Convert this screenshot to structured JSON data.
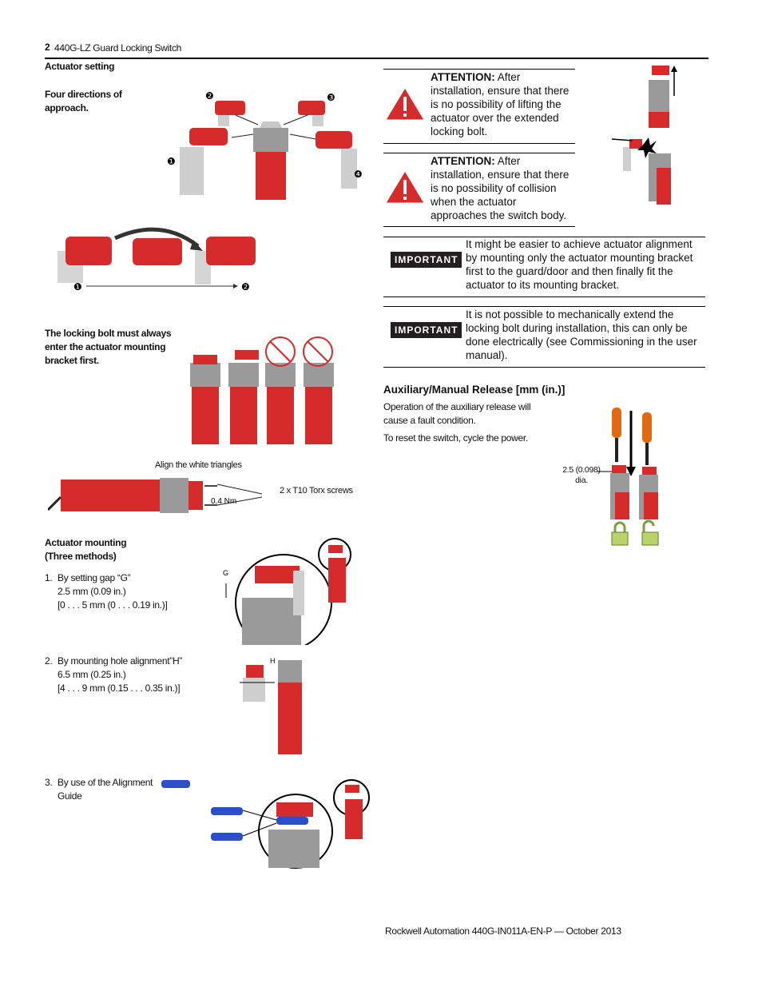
{
  "header": {
    "page_number": "2",
    "doc_title": "440G-LZ Guard Locking Switch"
  },
  "left": {
    "section_title": "Actuator  setting",
    "four_directions": "Four directions of approach.",
    "dir_labels": [
      "❶",
      "❷",
      "❸",
      "❹"
    ],
    "arc_labels": [
      "❶",
      "❷"
    ],
    "bolt_note": "The locking bolt must always enter the actuator mounting bracket first.",
    "align_note": "Align the white triangles",
    "torque": "0.4 Nm",
    "screws": "2 x T10 Torx screws",
    "mounting_title": "Actuator  mounting (Three methods)",
    "method1": {
      "num": "1.",
      "line1": "By setting gap “G”",
      "line2": "2.5 mm (0.09 in.)",
      "line3": "[0 . . . 5 mm (0 . . . 0.19 in.)]",
      "gap_label": "G"
    },
    "method2": {
      "num": "2.",
      "line1": "By mounting hole alignment”H”",
      "line2": "6.5 mm (0.25 in.)",
      "line3": "[4 . . . 9 mm (0.15 . . . 0.35 in.)]",
      "gap_label": "H"
    },
    "method3": {
      "num": "3.",
      "line1": "By use of the Alignment",
      "line2": "Guide"
    }
  },
  "right": {
    "attention1": {
      "lead": "ATTENTION:",
      "text": "After installation, ensure that there is no possibility of lifting the actuator over the extended locking bolt."
    },
    "attention2": {
      "lead": "ATTENTION:",
      "text": "After installation, ensure that there is no possibility of collision when the actuator approaches the switch body."
    },
    "important1": {
      "badge": "IMPORTANT",
      "text": "It might be easier to achieve actuator alignment by mounting only the actuator mounting bracket first to the guard/door and then finally fit the actuator to its mounting bracket."
    },
    "important2": {
      "badge": "IMPORTANT",
      "text": "It is not possible to mechanically extend the locking bolt during installation, this can only be done electrically (see Commissioning in the user manual)."
    },
    "aux_title": "Auxiliary/Manual  Release [mm (in.)]",
    "aux_p1": "Operation of the auxiliary release will cause a fault condition.",
    "aux_p2": "To reset the switch, cycle the power.",
    "dia_label": "2.5 (0.098) dia."
  },
  "footer": {
    "text": "Rockwell Automation 440G-IN011A-EN-P — October 2013"
  },
  "colors": {
    "red": "#d52b2b",
    "grey": "#8e8e8e",
    "blue": "#2a4fc7",
    "orange": "#e06a12",
    "black": "#000000"
  }
}
